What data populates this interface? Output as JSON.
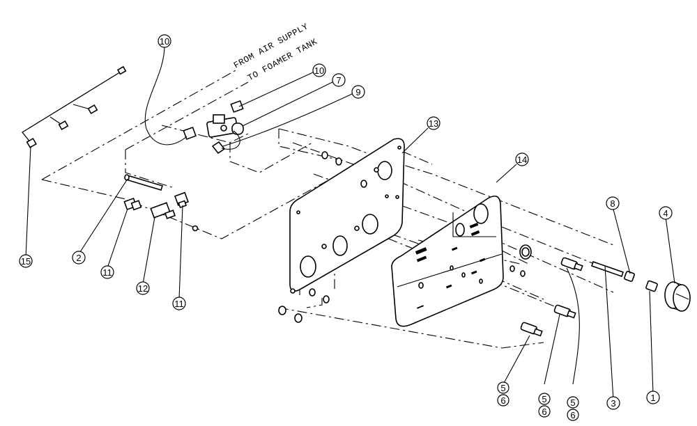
{
  "notes": {
    "air_supply": "FROM AIR SUPPLY",
    "foamer_tank": "TO FOAMER TANK"
  },
  "balloons": {
    "p10a": "10",
    "p10b": "10",
    "p7": "7",
    "p9": "9",
    "p13": "13",
    "p14": "14",
    "p15": "15",
    "p2": "2",
    "p11a": "11",
    "p12": "12",
    "p11b": "11",
    "p8": "8",
    "p4": "4",
    "p5a": "5",
    "p6a": "6",
    "p5b": "5",
    "p6b": "6",
    "p5c": "5",
    "p6c": "6",
    "p3": "3",
    "p1": "1"
  }
}
